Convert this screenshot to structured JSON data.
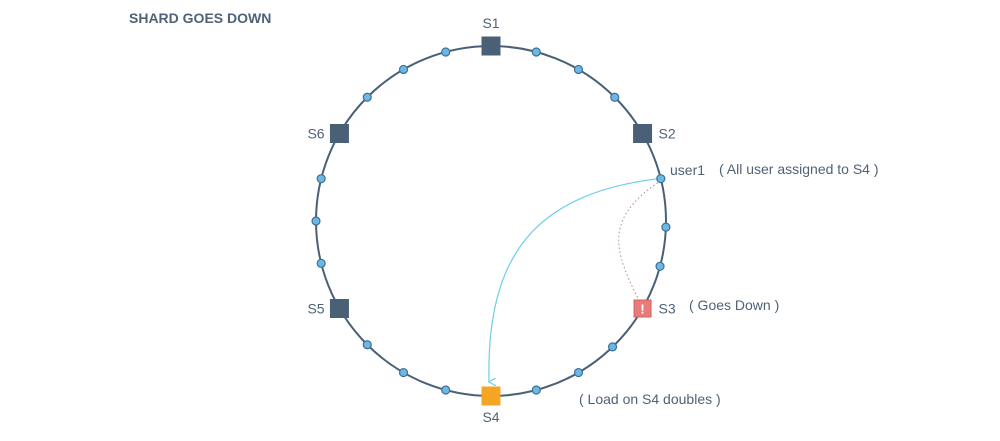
{
  "title": "SHARD GOES DOWN",
  "ring": {
    "stroke_color": "#4a6077",
    "node_fill": "#6ab8e3",
    "node_stroke": "#3f6f98"
  },
  "shards": [
    {
      "id": "S1",
      "label": "S1",
      "angle_deg": 0,
      "state": "normal"
    },
    {
      "id": "S2",
      "label": "S2",
      "angle_deg": 60,
      "state": "normal"
    },
    {
      "id": "S3",
      "label": "S3",
      "angle_deg": 120,
      "state": "down"
    },
    {
      "id": "S4",
      "label": "S4",
      "angle_deg": 180,
      "state": "overloaded"
    },
    {
      "id": "S5",
      "label": "S5",
      "angle_deg": 240,
      "state": "normal"
    },
    {
      "id": "S6",
      "label": "S6",
      "angle_deg": 300,
      "state": "normal"
    }
  ],
  "shard_colors": {
    "normal": "#4a6077",
    "down": "#e87a7a",
    "down_icon": "!",
    "overloaded": "#f5a524"
  },
  "nodes_angles_deg": [
    15,
    30,
    45,
    76,
    92,
    105,
    136,
    150,
    165,
    195,
    210,
    225,
    256,
    270,
    284,
    315,
    330,
    345
  ],
  "user": {
    "label": "user1",
    "angle_deg": 76
  },
  "annotations": {
    "user": "( All user assigned to S4 )",
    "down": "( Goes Down )",
    "overload": "( Load on S4 doubles )"
  },
  "arrow_color": "#6dcdea",
  "dotted_color": "#b08a8a"
}
